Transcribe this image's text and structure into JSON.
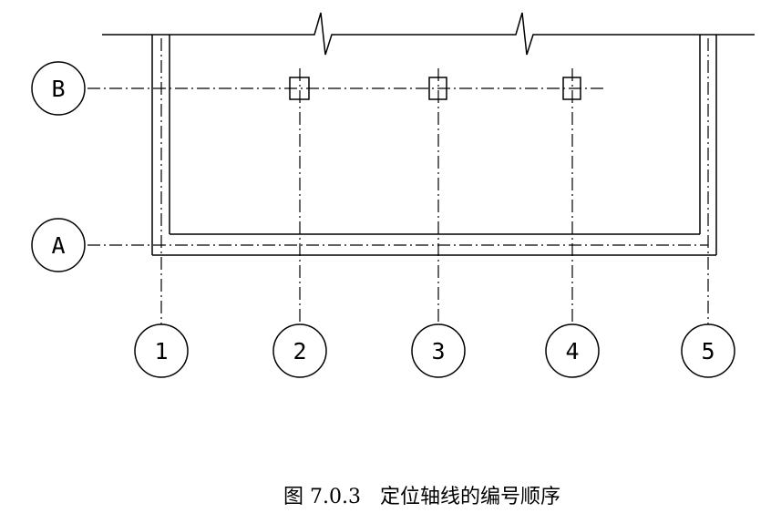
{
  "figure": {
    "caption": "图 7.0.3   定位轴线的编号顺序"
  },
  "axes": {
    "horizontal": [
      {
        "id": "B",
        "label": "B"
      },
      {
        "id": "A",
        "label": "A"
      }
    ],
    "vertical": [
      {
        "id": "1",
        "label": "1"
      },
      {
        "id": "2",
        "label": "2"
      },
      {
        "id": "3",
        "label": "3"
      },
      {
        "id": "4",
        "label": "4"
      },
      {
        "id": "5",
        "label": "5"
      }
    ]
  },
  "colors": {
    "line": "#000000",
    "background": "#ffffff"
  }
}
